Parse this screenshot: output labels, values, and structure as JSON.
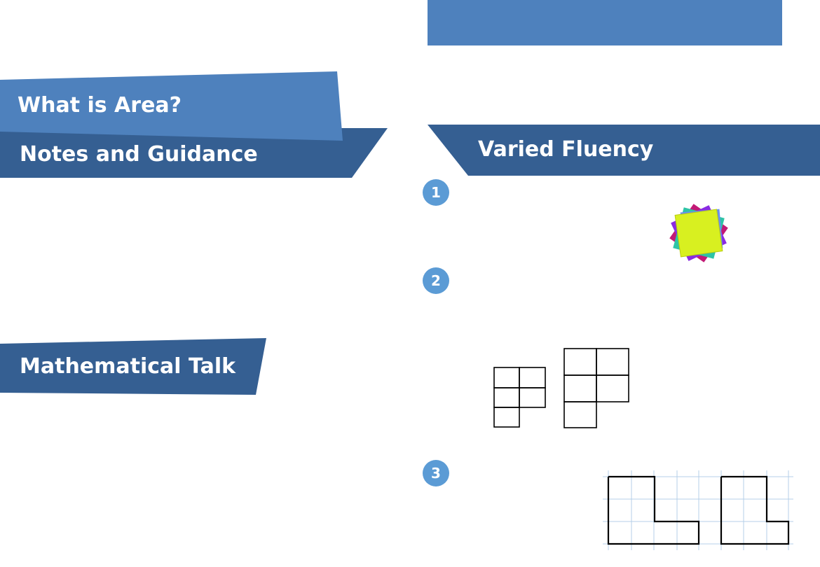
{
  "title_banner": {
    "label": "What is Area?"
  },
  "notes_banner": {
    "label": "Notes and Guidance"
  },
  "talk_banner": {
    "label": "Mathematical Talk"
  },
  "fluency_banner": {
    "label": "Varied Fluency"
  },
  "questions": [
    {
      "number": "1"
    },
    {
      "number": "2"
    },
    {
      "number": "3"
    }
  ],
  "colors": {
    "light_blue": "#4e81bd",
    "dark_blue": "#355f92",
    "badge_blue": "#5b9bd5",
    "grid_line": "#b4cfe8"
  },
  "icons": {
    "sticky_notes": "sticky-notes-icon"
  }
}
